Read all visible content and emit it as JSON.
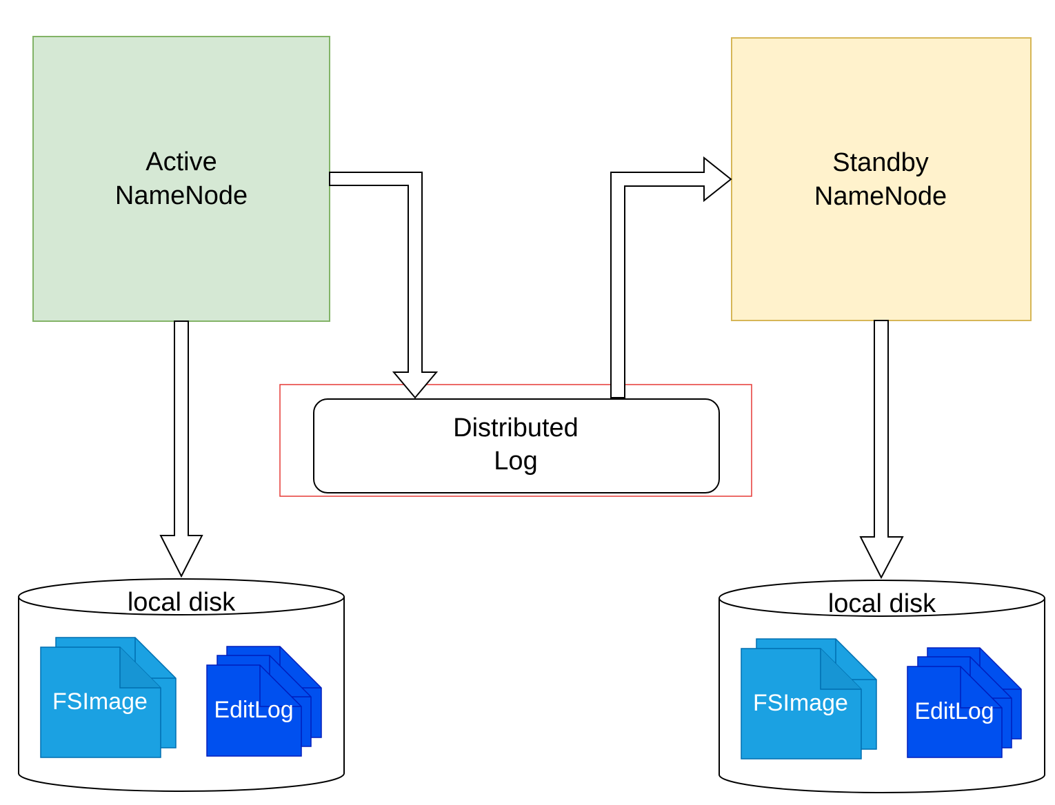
{
  "colors": {
    "active_fill": "#d5e8d4",
    "active_stroke": "#82b366",
    "standby_fill": "#fff2cc",
    "standby_stroke": "#d6b656",
    "highlight_stroke": "#e53935",
    "fsimage_fill": "#1ba1e2",
    "fsimage_stroke": "#006eaf",
    "editlog_fill": "#0050ef",
    "editlog_stroke": "#001dbc"
  },
  "active_namenode": {
    "line1": "Active",
    "line2": "NameNode"
  },
  "standby_namenode": {
    "line1": "Standby",
    "line2": "NameNode"
  },
  "distributed_log": {
    "line1": "Distributed",
    "line2": "Log"
  },
  "disk_left": {
    "label": "local disk",
    "fsimage": "FSImage",
    "editlog": "EditLog"
  },
  "disk_right": {
    "label": "local disk",
    "fsimage": "FSImage",
    "editlog": "EditLog"
  }
}
